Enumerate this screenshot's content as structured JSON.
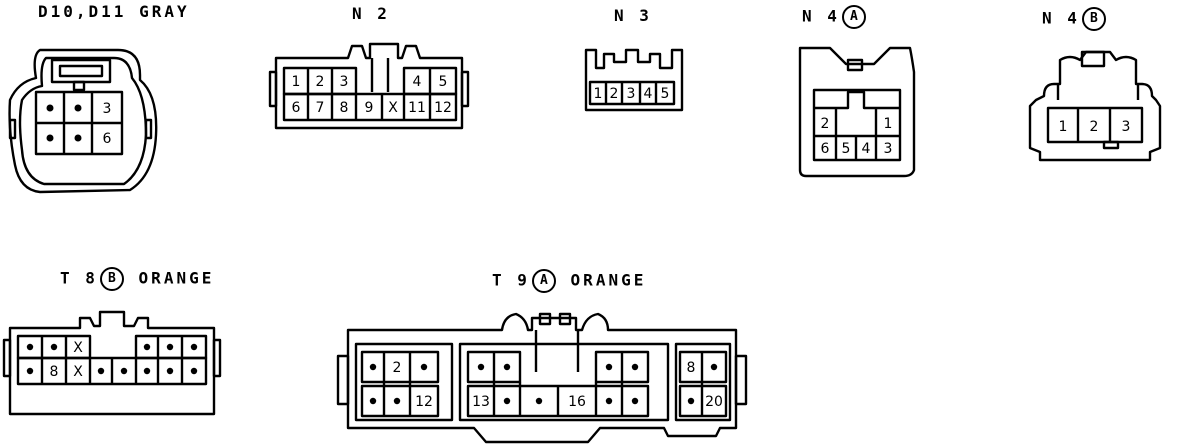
{
  "connectors": {
    "d10": {
      "title": "D10,D11 GRAY",
      "pins": [
        "3",
        "6"
      ]
    },
    "n2": {
      "title": "N 2",
      "pins": [
        "1",
        "2",
        "3",
        "4",
        "5",
        "6",
        "7",
        "8",
        "9",
        "X",
        "11",
        "12"
      ]
    },
    "n3": {
      "title": "N 3",
      "pins": [
        "1",
        "2",
        "3",
        "4",
        "5"
      ]
    },
    "n4a": {
      "title": "N 4",
      "badge": "A",
      "pins": [
        "2",
        "1",
        "6",
        "5",
        "4",
        "3"
      ]
    },
    "n4b": {
      "title": "N 4",
      "badge": "B",
      "pins": [
        "1",
        "2",
        "3"
      ]
    },
    "t8b": {
      "title": "T 8",
      "badge": "B",
      "suffix": "ORANGE",
      "pins": [
        "X",
        "8",
        "X"
      ]
    },
    "t9a": {
      "title": "T 9",
      "badge": "A",
      "suffix": "ORANGE",
      "pins": [
        "2",
        "12",
        "13",
        "16",
        "8",
        "20"
      ]
    }
  }
}
